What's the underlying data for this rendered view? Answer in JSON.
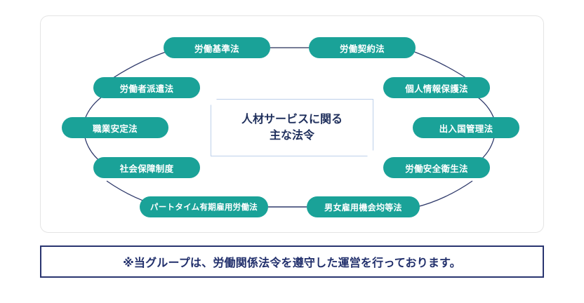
{
  "diagram": {
    "center": {
      "line1": "人材サービスに関る",
      "line2": "主な法令"
    },
    "nodes": [
      {
        "id": "labor-standards-act",
        "label": "労働基準法"
      },
      {
        "id": "labor-contract-act",
        "label": "労働契約法"
      },
      {
        "id": "worker-dispatch-act",
        "label": "労働者派遣法"
      },
      {
        "id": "personal-information-protection-act",
        "label": "個人情報保護法"
      },
      {
        "id": "employment-security-act",
        "label": "職業安定法"
      },
      {
        "id": "immigration-control-act",
        "label": "出入国管理法"
      },
      {
        "id": "social-security-system",
        "label": "社会保障制度"
      },
      {
        "id": "industrial-safety-health-act",
        "label": "労働安全衛生法"
      },
      {
        "id": "part-time-fixed-term-act",
        "label": "パートタイム有期雇用労働法"
      },
      {
        "id": "equal-employment-opportunity-act",
        "label": "男女雇用機会均等法"
      }
    ]
  },
  "notice": {
    "text": "※当グループは、労働関係法令を遵守した運営を行っております。"
  },
  "colors": {
    "pill": "#1aa298",
    "pill_text": "#ffffff",
    "connector": "#2f3a6b",
    "center_text": "#1f2f5c",
    "center_border": "#bdd0ea",
    "panel_border": "#e4e4e4",
    "banner_border": "#2a3570",
    "banner_text": "#22306c",
    "background": "#ffffff"
  }
}
